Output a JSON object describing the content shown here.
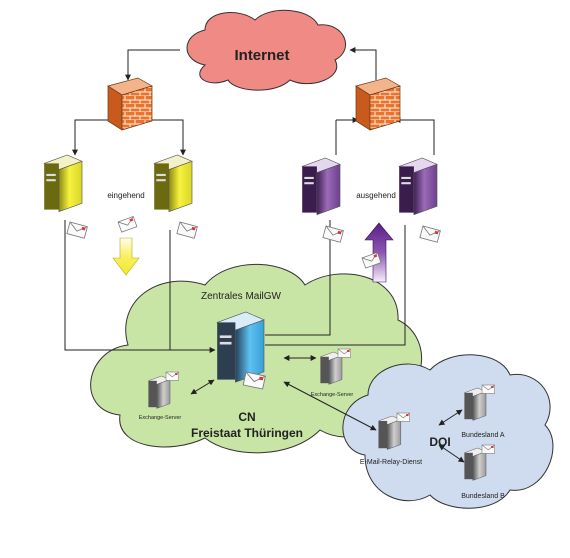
{
  "labels": {
    "internet": "Internet",
    "incoming": "eingehend",
    "outgoing": "ausgehend",
    "central_gateway": "Zentrales MailGW",
    "network_name_line1": "CN",
    "network_name_line2": "Freistaat Thüringen",
    "exchange_server_left": "Exchange-Server",
    "exchange_server_right": "Exchange-Server",
    "doi": "DOI",
    "relay_service": "E-Mail-Relay-Dienst",
    "state_a": "Bundesland A",
    "state_b": "Bundesland B"
  },
  "colors": {
    "internet_cloud": "#f08a84",
    "cn_cloud": "#c9e5a6",
    "doi_cloud": "#cfdbee",
    "server_incoming": "#e8e432",
    "server_outgoing": "#7b4a99",
    "server_gateway": "#4fb0e6",
    "arrow_incoming": "#f1e928",
    "arrow_outgoing": "#5a1f86",
    "firewall": "#e8742e"
  },
  "icons": [
    "cloud-icon",
    "firewall-icon",
    "server-icon",
    "envelope-icon",
    "arrow-icon"
  ]
}
